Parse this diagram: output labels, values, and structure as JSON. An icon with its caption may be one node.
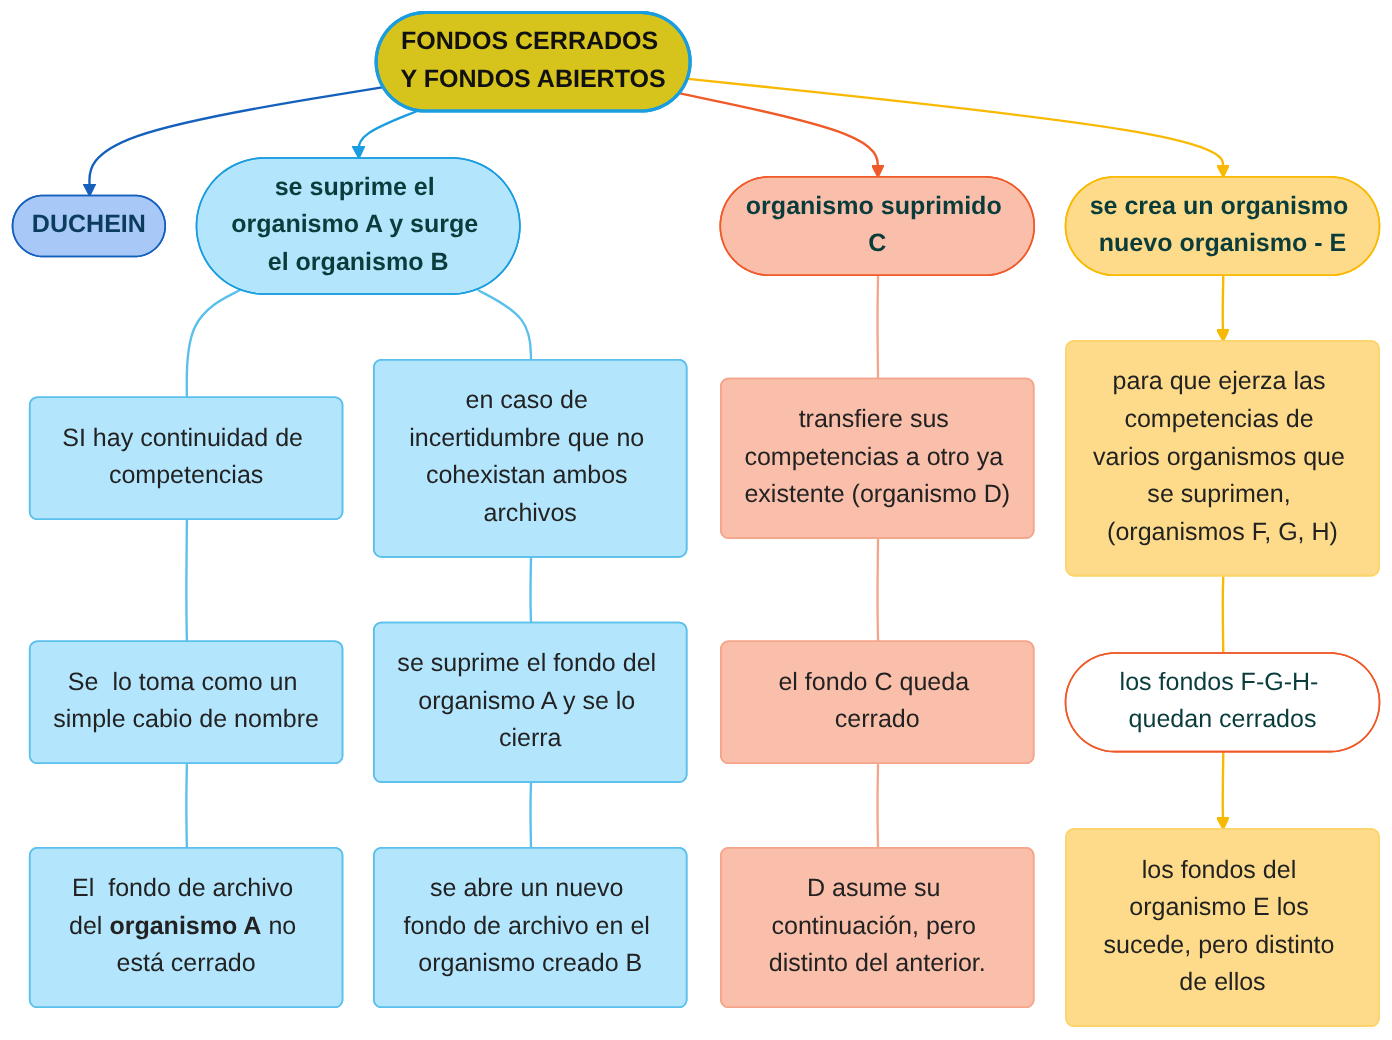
{
  "diagram": {
    "nodes": [
      {
        "text": [
          "FONDOS CERRADOS Y FONDOS ABIERTOS"
        ]
      },
      {
        "text": [
          "DUCHEIN"
        ]
      },
      {
        "text": [
          "se suprime el organismo A y surge el organismo B"
        ]
      },
      {
        "text": [
          "organismo suprimido C"
        ]
      },
      {
        "text": [
          "se crea un organismo nuevo organismo - E"
        ]
      },
      {
        "text": [
          "SI hay continuidad de competencias"
        ]
      },
      {
        "text": [
          "Se  lo toma como un simple cabio de nombre"
        ]
      },
      {
        "text": [
          "El  fondo de archivo del **organismo A** no está cerrado"
        ]
      },
      {
        "text": [
          "en caso de incertidumbre que no cohexistan ambos archivos"
        ]
      },
      {
        "text": [
          "se suprime el fondo del organismo A y se lo cierra"
        ]
      },
      {
        "text": [
          "se abre un nuevo fondo de archivo en el organismo creado B"
        ]
      },
      {
        "text": [
          "transfiere sus competencias a otro ya existente (organismo D)"
        ]
      },
      {
        "text": [
          "el fondo C queda cerrado"
        ]
      },
      {
        "text": [
          "D asume su continuación, pero distinto del anterior."
        ]
      },
      {
        "text": [
          "para que ejerza las competencias de varios organismos que se suprimen, (organismos F, G, H)"
        ]
      },
      {
        "text": [
          "los fondos F-G-H- quedan cerrados"
        ]
      },
      {
        "text": [
          "los fondos del organismo E los sucede, pero distinto de ellos"
        ]
      }
    ],
    "edges": [
      {
        "from": 0,
        "to": 1,
        "arrow": "to",
        "color": "#1560bd"
      },
      {
        "from": 0,
        "to": 2,
        "arrow": "to",
        "color": "#1a9de0"
      },
      {
        "from": 0,
        "to": 3,
        "arrow": "to",
        "color": "#f05a28"
      },
      {
        "from": 0,
        "to": 4,
        "arrow": "to",
        "color": "#f9b900"
      },
      {
        "from": 2,
        "to": 5,
        "arrow": "none"
      },
      {
        "from": 2,
        "to": 8,
        "arrow": "none"
      },
      {
        "from": 5,
        "to": 6,
        "arrow": "none"
      },
      {
        "from": 6,
        "to": 7,
        "arrow": "none"
      },
      {
        "from": 8,
        "to": 9,
        "arrow": "none"
      },
      {
        "from": 9,
        "to": 10,
        "arrow": "none"
      },
      {
        "from": 3,
        "to": 11,
        "arrow": "none",
        "color": "#f4a58a"
      },
      {
        "from": 11,
        "to": 12,
        "arrow": "none",
        "color": "#f4a58a"
      },
      {
        "from": 12,
        "to": 13,
        "arrow": "none",
        "color": "#f4a58a"
      },
      {
        "from": 4,
        "to": 14,
        "arrow": "to",
        "color": "#f9b900"
      },
      {
        "from": 14,
        "to": 15,
        "arrow": "none",
        "color": "#f9b900"
      },
      {
        "from": 15,
        "to": 16,
        "arrow": "to",
        "color": "#f9b900"
      }
    ]
  }
}
